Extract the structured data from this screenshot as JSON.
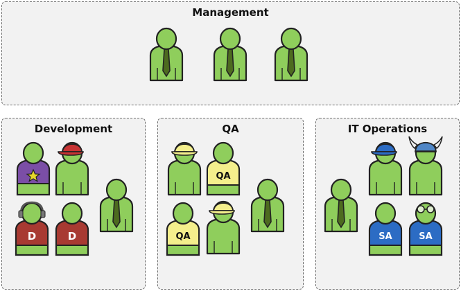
{
  "groups": {
    "management": {
      "title": "Management"
    },
    "development": {
      "title": "Development"
    },
    "qa": {
      "title": "QA"
    },
    "it_operations": {
      "title": "IT Operations"
    }
  },
  "shirts": {
    "developer": "D",
    "qa": "QA",
    "sysadmin": "SA"
  },
  "colors": {
    "skin": "#8fce5c",
    "outline": "#222222",
    "tie": "#4d6b1f",
    "dev_shirt_purple": "#7b4ea6",
    "dev_shirt_red": "#a83a32",
    "qa_shirt_yellow": "#f4ef8c",
    "ops_shirt_blue": "#2c6cc4",
    "cap_red": "#c83434",
    "cap_yellow": "#f4ef8c",
    "cap_blue": "#2c6cc4",
    "group_border": "#6d6d6d",
    "group_fill": "#f2f2f2"
  },
  "icons": [
    "tie-icon",
    "star-icon",
    "headphones-icon",
    "cap-icon",
    "viking-helmet-icon",
    "glasses-icon"
  ]
}
